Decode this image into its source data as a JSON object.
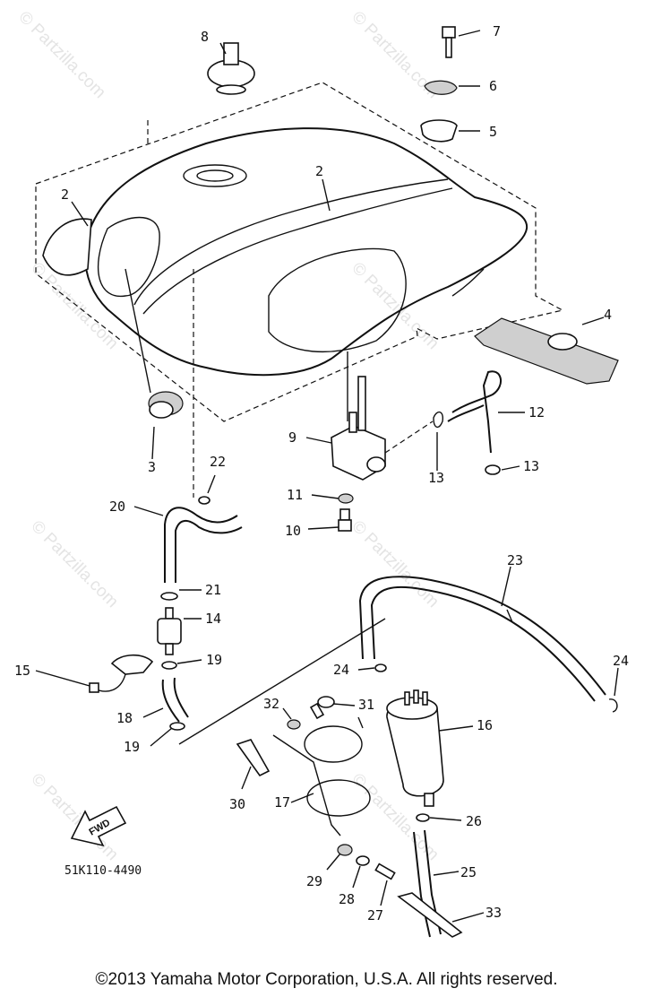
{
  "watermark": "© Partzilla.com",
  "part_number": "51K110-4490",
  "fwd_label": "FWD",
  "copyright": "©2013  Yamaha Motor Corporation, U.S.A. All rights reserved.",
  "callouts": [
    {
      "id": "c8a",
      "text": "8"
    },
    {
      "id": "c7",
      "text": "7"
    },
    {
      "id": "c6",
      "text": "6"
    },
    {
      "id": "c5",
      "text": "5"
    },
    {
      "id": "c2a",
      "text": "2"
    },
    {
      "id": "c2b",
      "text": "2"
    },
    {
      "id": "c4",
      "text": "4"
    },
    {
      "id": "c3",
      "text": "3"
    },
    {
      "id": "c9",
      "text": "9"
    },
    {
      "id": "c12",
      "text": "12"
    },
    {
      "id": "c13a",
      "text": "13"
    },
    {
      "id": "c13b",
      "text": "13"
    },
    {
      "id": "c22",
      "text": "22"
    },
    {
      "id": "c20",
      "text": "20"
    },
    {
      "id": "c11",
      "text": "11"
    },
    {
      "id": "c10",
      "text": "10"
    },
    {
      "id": "c23",
      "text": "23"
    },
    {
      "id": "c21",
      "text": "21"
    },
    {
      "id": "c14",
      "text": "14"
    },
    {
      "id": "c15",
      "text": "15"
    },
    {
      "id": "c19a",
      "text": "19"
    },
    {
      "id": "c24a",
      "text": "24"
    },
    {
      "id": "c24b",
      "text": "24"
    },
    {
      "id": "c18",
      "text": "18"
    },
    {
      "id": "c32",
      "text": "32"
    },
    {
      "id": "c31",
      "text": "31"
    },
    {
      "id": "c16",
      "text": "16"
    },
    {
      "id": "c19b",
      "text": "19"
    },
    {
      "id": "c30",
      "text": "30"
    },
    {
      "id": "c17",
      "text": "17"
    },
    {
      "id": "c26",
      "text": "26"
    },
    {
      "id": "c25",
      "text": "25"
    },
    {
      "id": "c29",
      "text": "29"
    },
    {
      "id": "c28",
      "text": "28"
    },
    {
      "id": "c27",
      "text": "27"
    },
    {
      "id": "c33",
      "text": "33"
    }
  ]
}
